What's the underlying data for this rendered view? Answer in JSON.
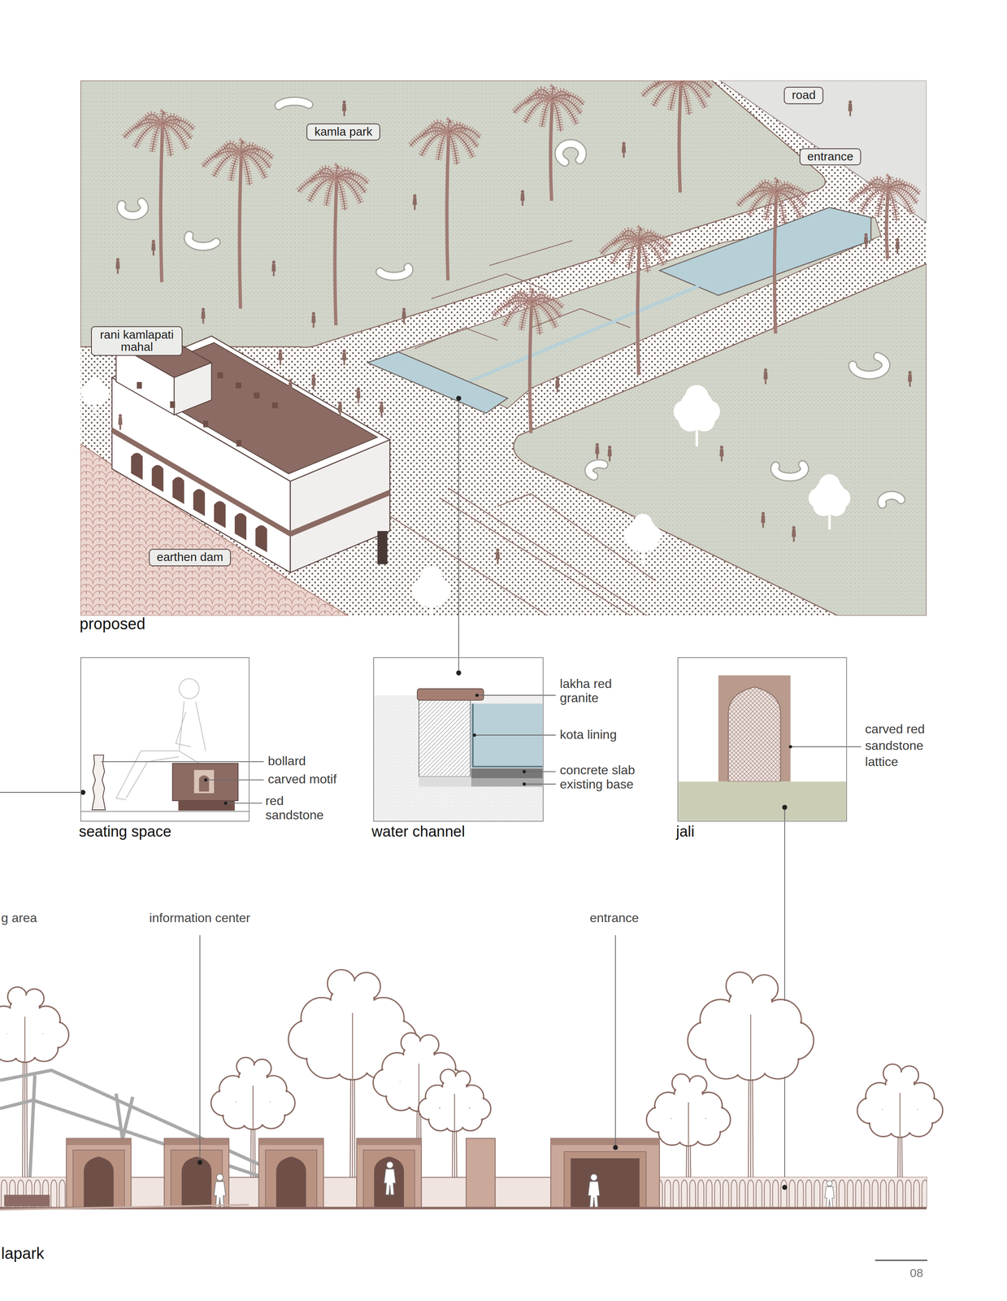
{
  "diagram": {
    "nodes": [
      {
        "text": [
          "road"
        ]
      },
      {
        "text": [
          "kamla park"
        ]
      },
      {
        "text": [
          "entrance"
        ]
      },
      {
        "text": [
          "rani kamlapati mahal"
        ]
      },
      {
        "text": [
          "earthen dam"
        ]
      },
      {
        "text": [
          "seating space"
        ]
      },
      {
        "text": [
          "water channel"
        ]
      },
      {
        "text": [
          "jali"
        ]
      }
    ],
    "labels": [
      "proposed",
      "bollard",
      "carved motif",
      "red sandstone",
      "lakha red granite",
      "kota lining",
      "concrete slab",
      "existing base",
      "carved red sandstone lattice",
      "g area",
      "information center",
      "entrance",
      "lapark",
      "08"
    ]
  }
}
